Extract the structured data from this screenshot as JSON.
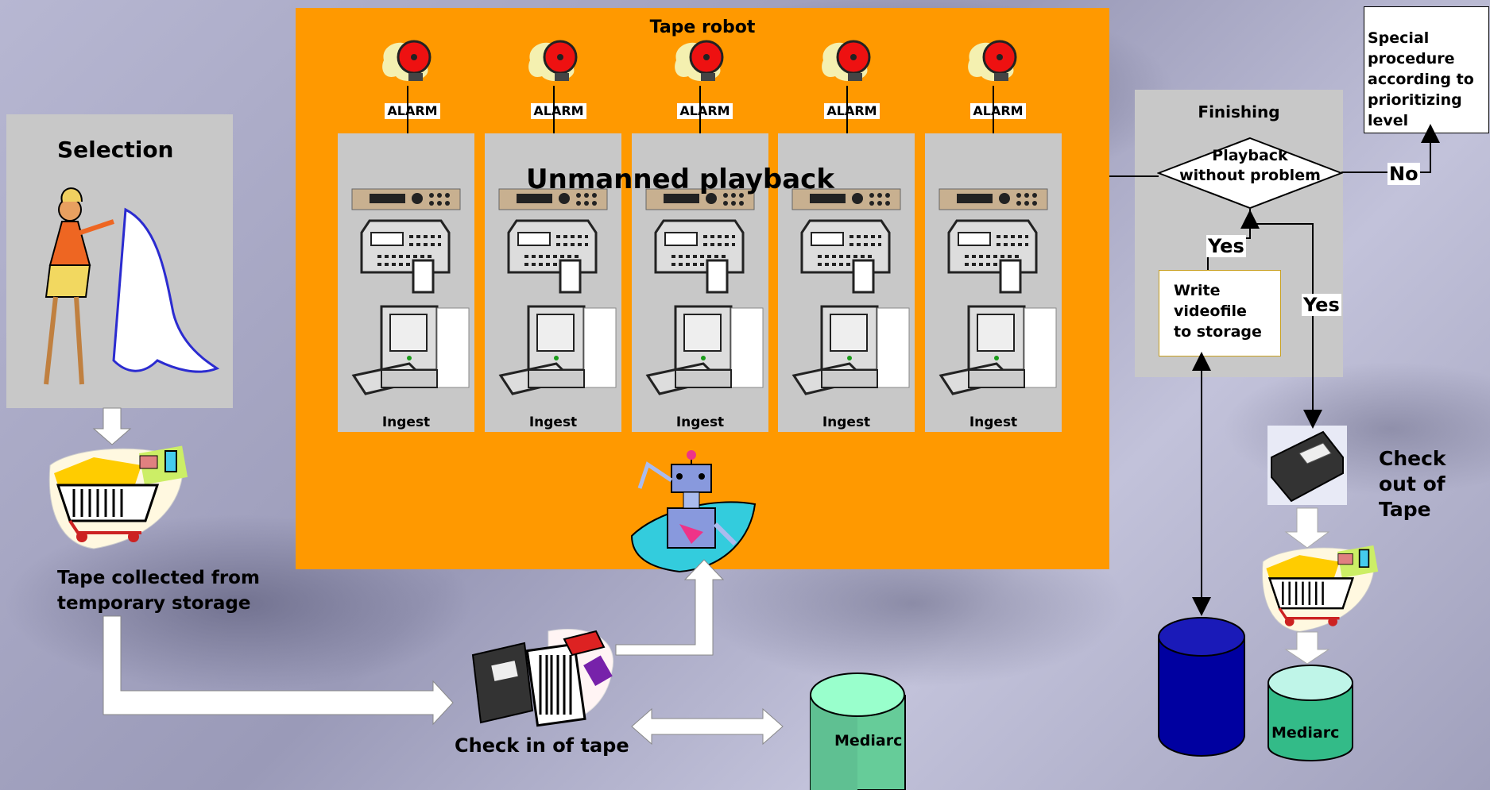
{
  "selection": {
    "title": "Selection"
  },
  "tape_collected": {
    "line1": "Tape collected from",
    "line2": "temporary storage"
  },
  "robot": {
    "title": "Tape robot",
    "unmanned": "Unmanned playback"
  },
  "alarms": [
    "ALARM",
    "ALARM",
    "ALARM",
    "ALARM",
    "ALARM"
  ],
  "ingests": [
    "Ingest",
    "Ingest",
    "Ingest",
    "Ingest",
    "Ingest"
  ],
  "check_in": {
    "label": "Check in of tape"
  },
  "mediarc_left": {
    "label": "Mediarc"
  },
  "finishing": {
    "title": "Finishing",
    "decision_line1": "Playback",
    "decision_line2": "without problem"
  },
  "write": {
    "line1": "Write",
    "line2": "videofile",
    "line3": "to storage"
  },
  "labels": {
    "yes1": "Yes",
    "yes2": "Yes",
    "no": "No"
  },
  "special": {
    "line1": "Special",
    "line2": "procedure",
    "line3": "according to",
    "line4": "prioritizing",
    "line5": "level"
  },
  "checkout": {
    "line1": "Check",
    "line2": "out of",
    "line3": "Tape"
  },
  "mediarc_right": {
    "label": "Mediarc"
  },
  "colors": {
    "robot_bg": "#ff9900",
    "panel": "#c8c8c8",
    "storage_blue": "#0000a0",
    "mediarc_green": "#7fffc8"
  }
}
